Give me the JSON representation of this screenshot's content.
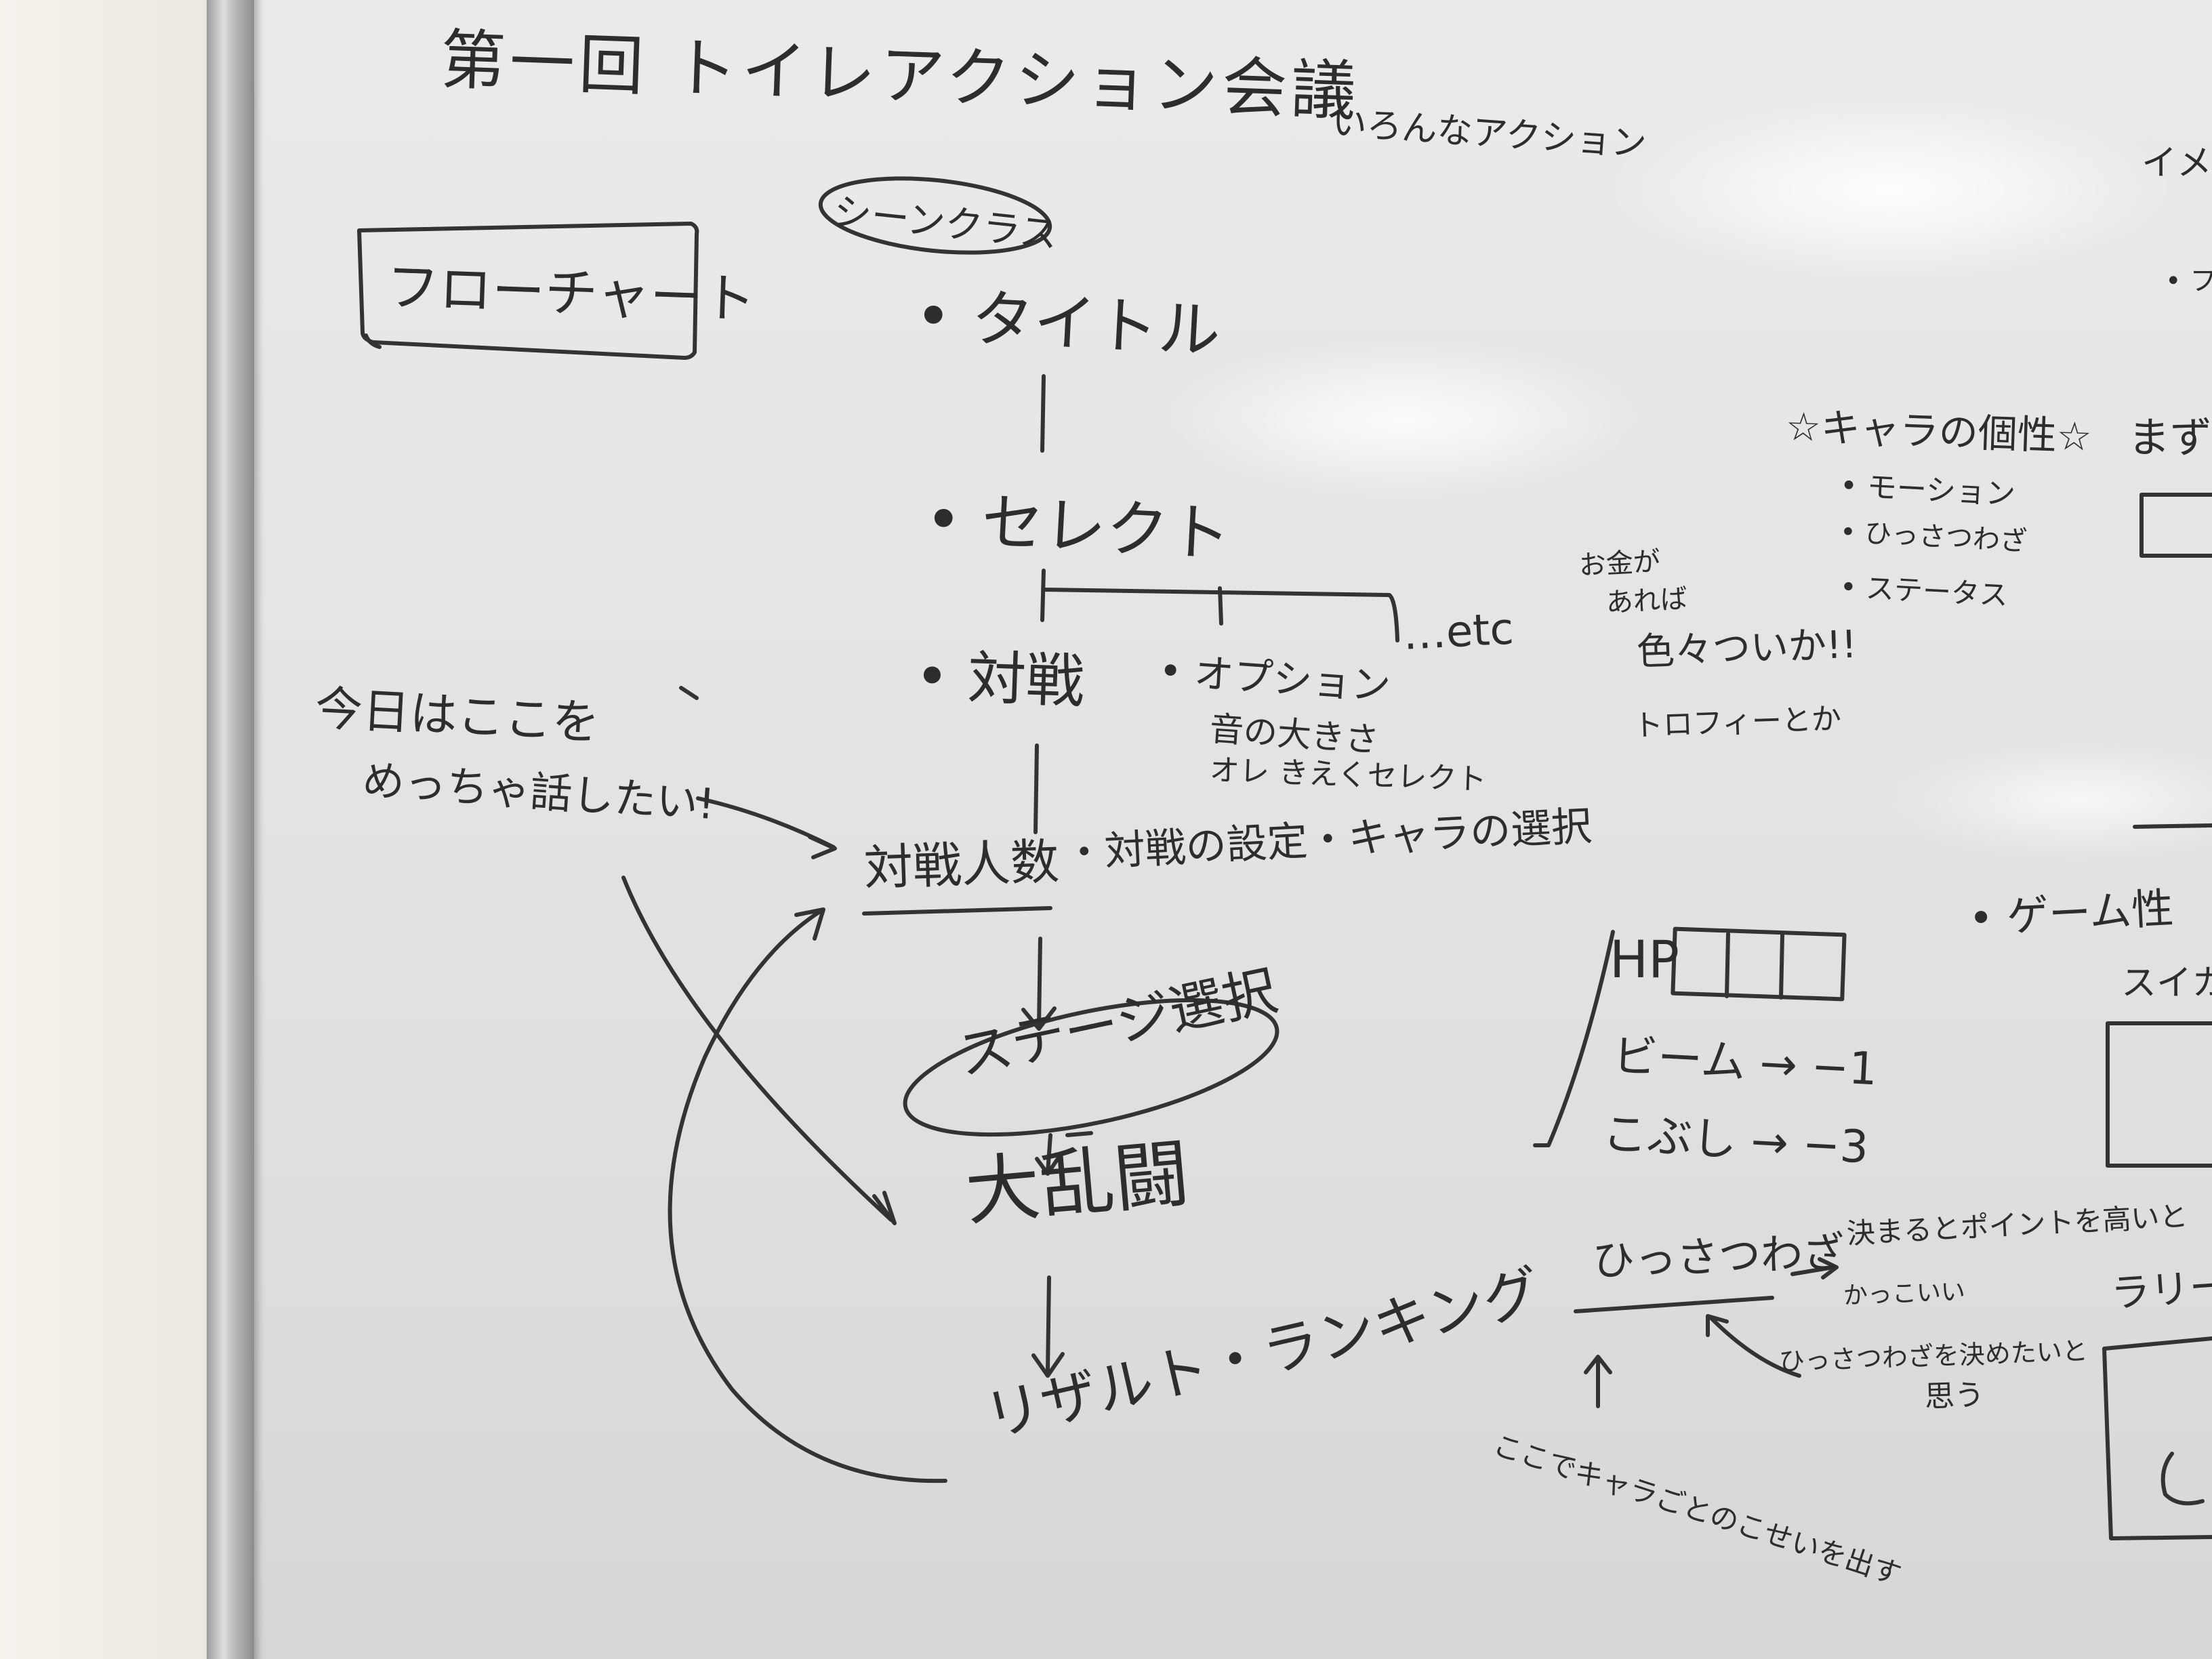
{
  "whiteboard": {
    "title": "第一回 トイレアクション会議",
    "center_top_note": "いろんなアクション",
    "flowchart_box": "フローチャート",
    "scene_class": "シーンクラス",
    "nodes": {
      "title": "• タイトル",
      "select": "• セレクト",
      "battle": "• 対戦",
      "option": "• オプション",
      "etc": "…etc",
      "battle_settings_head": "対戦人数",
      "battle_settings_rest": "・対戦の設定・キャラの選択",
      "stage_select": "ステージ選択",
      "melee": "大乱闘",
      "result": "リザルト・ランキング"
    },
    "option_details": {
      "line1": "音の大きさ",
      "line2": "オレ きえくセレクト"
    },
    "left_note": {
      "line1": "今日はここを",
      "line2": "めっちゃ話したい!"
    },
    "mid_note": {
      "line1": "お金が",
      "line2": "あれば",
      "line3": "色々ついか!!",
      "line4": "トロフィーとか"
    },
    "character_traits": {
      "heading": "☆キャラの個性☆",
      "items": [
        "• モーション",
        "• ひっさつわざ",
        "• ステータス"
      ]
    },
    "hp_section": {
      "hp_label": "HP",
      "beam": "ビーム → −1",
      "fist": "こぶし → −3"
    },
    "special_move": {
      "label": "ひっさつわざ",
      "arrow_note": "決まるとポイントを高いと",
      "sub_note": "かっこいい",
      "wish": "ひっさつわざを決めたいと",
      "wish2": "思う",
      "char_note": "ここでキャラごとのこせいを出す"
    },
    "right_edge": {
      "top": "イメ",
      "dot": "• フ",
      "first": "まず",
      "game": "• ゲーム性",
      "sub": "スイカ",
      "bottom": "ラリー"
    }
  }
}
